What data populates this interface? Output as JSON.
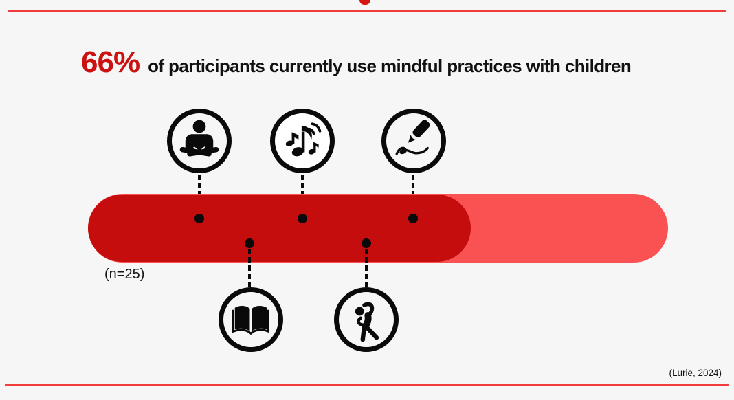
{
  "page": {
    "background_color": "#f6f6f6",
    "accent_line_color": "#f23b3b"
  },
  "headline": {
    "stat": "66%",
    "stat_color": "#cc1111",
    "text": "of participants currently use mindful practices with children"
  },
  "sample_label": "(n=25)",
  "citation": "(Lurie, 2024)",
  "progress": {
    "value_percent": 66,
    "track_color": "#fa5252",
    "fill_color": "#c50d0d"
  },
  "practices": [
    {
      "icon": "meditation-icon",
      "name": "meditation",
      "connector_side": "top"
    },
    {
      "icon": "music-icon",
      "name": "music",
      "connector_side": "top"
    },
    {
      "icon": "pencil-icon",
      "name": "drawing-writing",
      "connector_side": "top"
    },
    {
      "icon": "book-icon",
      "name": "reading",
      "connector_side": "bottom"
    },
    {
      "icon": "stretch-icon",
      "name": "stretching-movement",
      "connector_side": "bottom"
    }
  ],
  "chart_data": {
    "type": "bar",
    "title": "66% of participants currently use mindful practices with children",
    "categories": [
      "participants currently using mindful practices with children"
    ],
    "values": [
      66
    ],
    "value_unit": "percent",
    "xlim": [
      0,
      100
    ],
    "sample_size_label": "(n=25)",
    "citation": "(Lurie, 2024)",
    "annotations": [
      "meditation",
      "music",
      "drawing/writing",
      "reading",
      "stretching/movement"
    ],
    "legend_position": "none",
    "grid": false
  }
}
